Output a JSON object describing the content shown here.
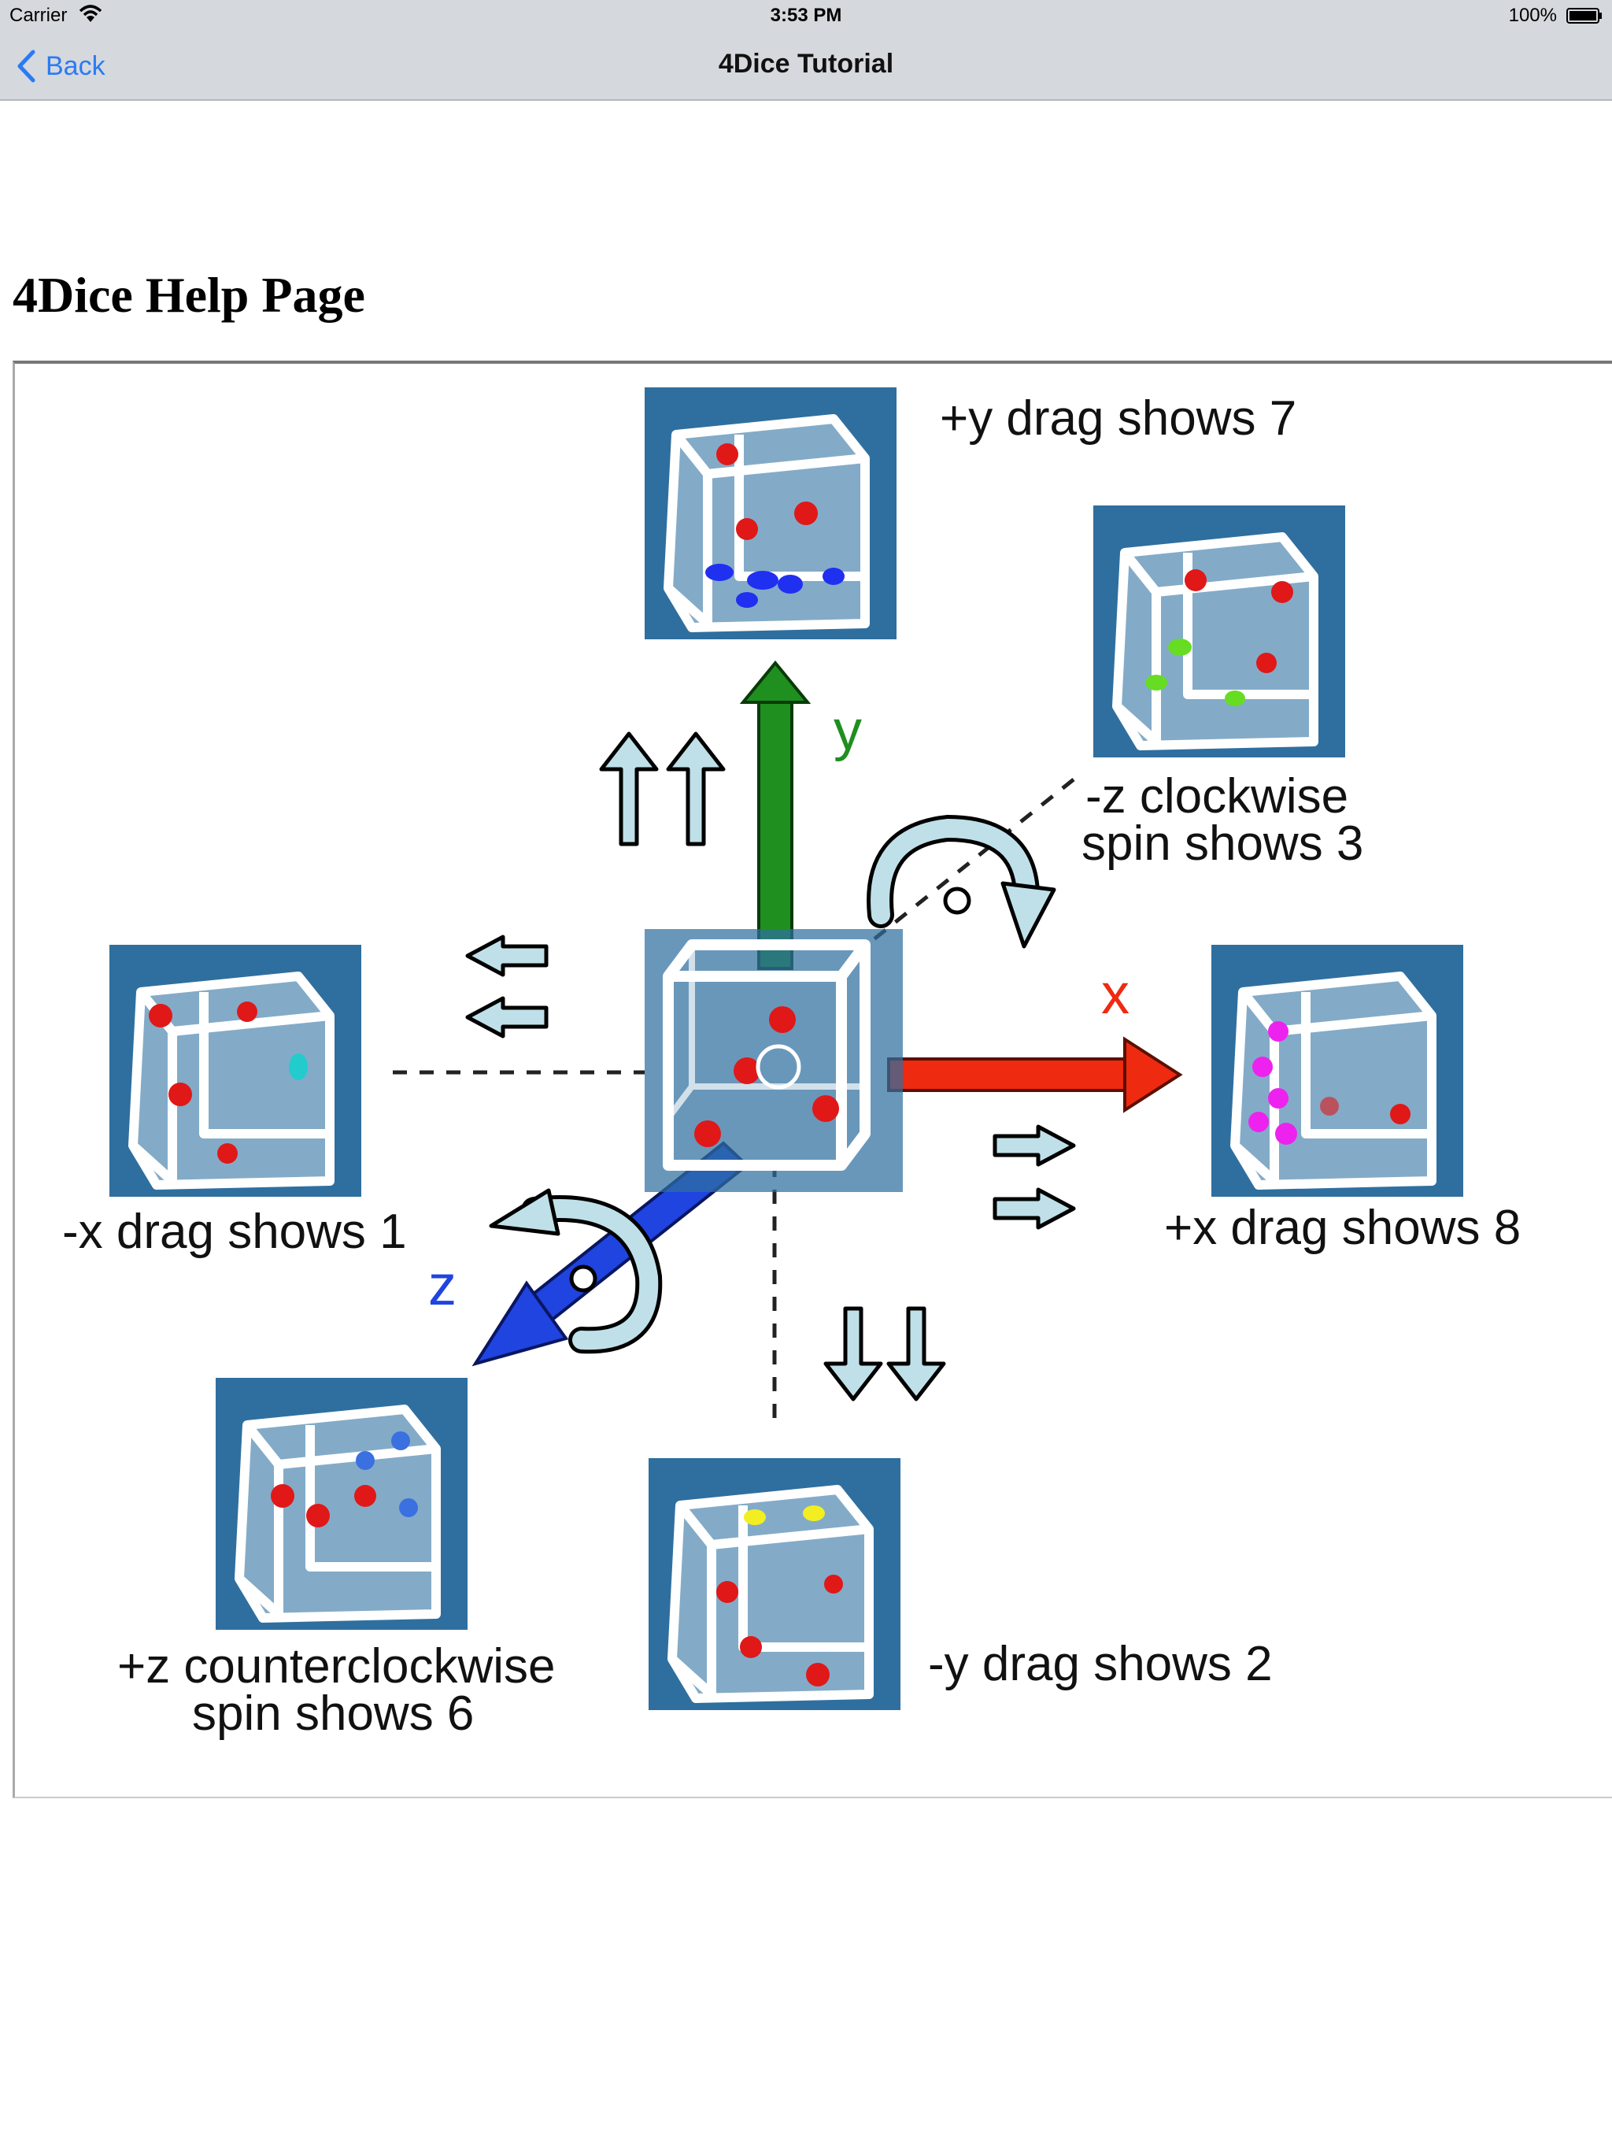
{
  "status_bar": {
    "carrier": "Carrier",
    "time": "3:53 PM",
    "battery": "100%"
  },
  "nav": {
    "back_label": "Back",
    "title": "4Dice Tutorial"
  },
  "page": {
    "heading": "4Dice Help Page"
  },
  "figure": {
    "axes": {
      "x": "x",
      "y": "y",
      "z": "z"
    },
    "labels": {
      "plus_y": "+y drag shows 7",
      "minus_z_line1": "-z clockwise",
      "minus_z_line2": "spin shows 3",
      "minus_x": "-x drag shows 1",
      "plus_x": "+x drag shows 8",
      "plus_z_line1": "+z counterclockwise",
      "plus_z_line2": "spin shows 6",
      "minus_y": "-y drag shows 2"
    },
    "colors": {
      "tile": "#2f6f9f",
      "x_axis": "#ee2a10",
      "y_axis": "#1f8f1f",
      "z_axis": "#1f44e0",
      "arrow_fill": "#bfe0e8",
      "dot_red": "#e01818",
      "dot_blue": "#2030f0",
      "dot_green": "#66dd22",
      "dot_magenta": "#ee22ee",
      "dot_cyan": "#22cccc",
      "dot_yellow": "#f2ee22"
    }
  }
}
